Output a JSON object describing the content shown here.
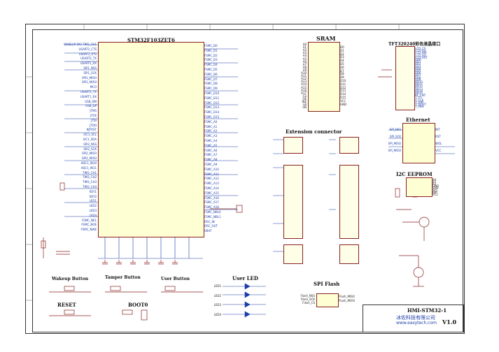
{
  "titles": {
    "mcu": "STM32F103ZET6",
    "sram": "SRAM",
    "lcd": "TFT320240彩色液晶接口",
    "ethernet": "Ethernet",
    "ext": "Extension connector",
    "eeprom": "I2C EEPROM",
    "spi": "SPI Flash",
    "wakeup": "Wakeup Button",
    "tamper": "Tamper Button",
    "user": "User Button",
    "led": "User LED",
    "reset": "RESET",
    "boot": "BOOT0"
  },
  "title_block": {
    "project": "HMI-STM32-1",
    "company": "冰佐科技有限公司",
    "website": "www.easytech.com",
    "version": "V1.0"
  },
  "mcu_left_nets": [
    "WAKEUP PA0 TIM2_CH1",
    "USART2_CTS",
    "USART2_RTS",
    "USART2_TX",
    "USART2_RX",
    "SPI1_NSS",
    "SPI1_SCK",
    "SPI1_MISO",
    "SPI1_MOSI",
    "MCO",
    "USART1_TX",
    "USART1_RX",
    "USB_DM",
    "USB_DP",
    "JTMS",
    "JTCK",
    "JTDI",
    "JTDO",
    "NJTRST",
    "I2C1_SCL",
    "I2C1_SDA",
    "SPI2_NSS",
    "SPI2_SCK",
    "SPI2_MISO",
    "SPI2_MOSI",
    "ADC1_IN10",
    "ADC1_IN11",
    "TIM3_CH1",
    "TIM3_CH2",
    "TIM3_CH3",
    "TIM3_CH4",
    "KEY1",
    "KEY2",
    "LED1",
    "LED2",
    "LED3",
    "LED4",
    "FSMC_NE1",
    "FSMC_NOE",
    "FSMC_NWE"
  ],
  "mcu_right_nets": [
    "FSMC_D0",
    "FSMC_D1",
    "FSMC_D2",
    "FSMC_D3",
    "FSMC_D4",
    "FSMC_D5",
    "FSMC_D6",
    "FSMC_D7",
    "FSMC_D8",
    "FSMC_D9",
    "FSMC_D10",
    "FSMC_D11",
    "FSMC_D12",
    "FSMC_D13",
    "FSMC_D14",
    "FSMC_D15",
    "FSMC_A0",
    "FSMC_A1",
    "FSMC_A2",
    "FSMC_A3",
    "FSMC_A4",
    "FSMC_A5",
    "FSMC_A6",
    "FSMC_A7",
    "FSMC_A8",
    "FSMC_A9",
    "FSMC_A10",
    "FSMC_A11",
    "FSMC_A12",
    "FSMC_A13",
    "FSMC_A14",
    "FSMC_A15",
    "FSMC_A16",
    "FSMC_A17",
    "FSMC_A18",
    "FSMC_NBL0",
    "FSMC_NBL1",
    "OSC_IN",
    "OSC_OUT",
    "VBAT"
  ],
  "sram_left": [
    "A0",
    "A1",
    "A2",
    "A3",
    "A4",
    "A5",
    "A6",
    "A7",
    "A8",
    "A9",
    "A10",
    "A11",
    "A12",
    "A13",
    "A14",
    "A15",
    "A16",
    "A17",
    "CE",
    "OE",
    "WE",
    "LB",
    "UB"
  ],
  "sram_right": [
    "D0",
    "D1",
    "D2",
    "D3",
    "D4",
    "D5",
    "D6",
    "D7",
    "D8",
    "D9",
    "D10",
    "D11",
    "D12",
    "D13",
    "D14",
    "D15",
    "VCC",
    "GND"
  ],
  "lcd_pins": [
    "LCD_CS",
    "LCD_RS",
    "LCD_WR",
    "LCD_RD",
    "LCD_RST",
    "DB0",
    "DB1",
    "DB2",
    "DB3",
    "DB4",
    "DB5",
    "DB6",
    "DB7",
    "DB8",
    "DB9",
    "DB10",
    "DB11",
    "DB12",
    "DB13",
    "DB14",
    "DB15",
    "BL_CNT",
    "T_CS",
    "T_CLK",
    "T_DIN",
    "T_DOUT",
    "T_PEN"
  ],
  "eth_left": [
    "SPI_NSS",
    "SPI_SCK",
    "SPI_MISO",
    "SPI_MOSI"
  ],
  "eth_right": [
    "INT",
    "RST",
    "WOL",
    "VCC"
  ],
  "eeprom_pins": [
    "A0",
    "A1",
    "A2",
    "GND",
    "SDA",
    "SCL",
    "WP",
    "VCC"
  ],
  "spi_left": [
    "Flash_NSS",
    "Flash_SCK",
    "Flash_CS"
  ],
  "spi_right": [
    "Flash_MISO",
    "Flash_MOSI"
  ],
  "led_labels": [
    "LED1",
    "LED2",
    "LED3",
    "LED4"
  ]
}
